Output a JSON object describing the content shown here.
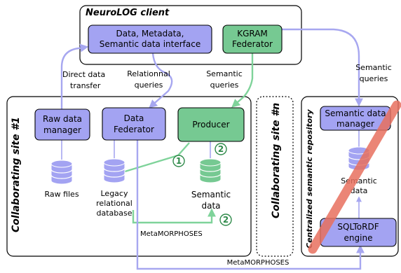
{
  "client": {
    "title": "NeuroLOG client",
    "interface_label_line1": "Data, Metadata,",
    "interface_label_line2": "Semantic data interface",
    "kgram_line1": "KGRAM",
    "kgram_line2": "Federator"
  },
  "site1": {
    "title": "Collaborating site #1",
    "raw_manager_line1": "Raw data",
    "raw_manager_line2": "manager",
    "data_federator_line1": "Data",
    "data_federator_line2": "Federator",
    "producer": "Producer",
    "raw_files": "Raw files",
    "legacy_line1": "Legacy",
    "legacy_line2": "relational",
    "legacy_line3": "database",
    "semantic_line1": "Semantic",
    "semantic_line2": "data",
    "metamorphoses_inner": "MetaMORPHOSES",
    "circle_1": "1",
    "circle_2a": "2",
    "circle_2b": "2"
  },
  "siten": {
    "title": "Collaborating site #n"
  },
  "repository": {
    "title": "Centralized semantic repository",
    "manager_line1": "Semantic data",
    "manager_line2": "manager",
    "semantic_line1": "Semantic",
    "semantic_line2": "data",
    "engine_line1": "SQLToRDF",
    "engine_line2": "engine"
  },
  "edges": {
    "direct_line1": "Direct data",
    "direct_line2": "transfer",
    "relational_line1": "Relationnal",
    "relational_line2": "queries",
    "semantic_q_line1": "Semantic",
    "semantic_q_line2": "queries",
    "semantic_right_line1": "Semantic",
    "semantic_right_line2": "queries",
    "metamorphoses_outer": "MetaMORPHOSES"
  },
  "colors": {
    "component_purple": "#a3a3f2",
    "component_green": "#76c992",
    "link_purple": "#a7a7f0",
    "link_green": "#7fd39a",
    "strike_red": "#e8705f"
  }
}
